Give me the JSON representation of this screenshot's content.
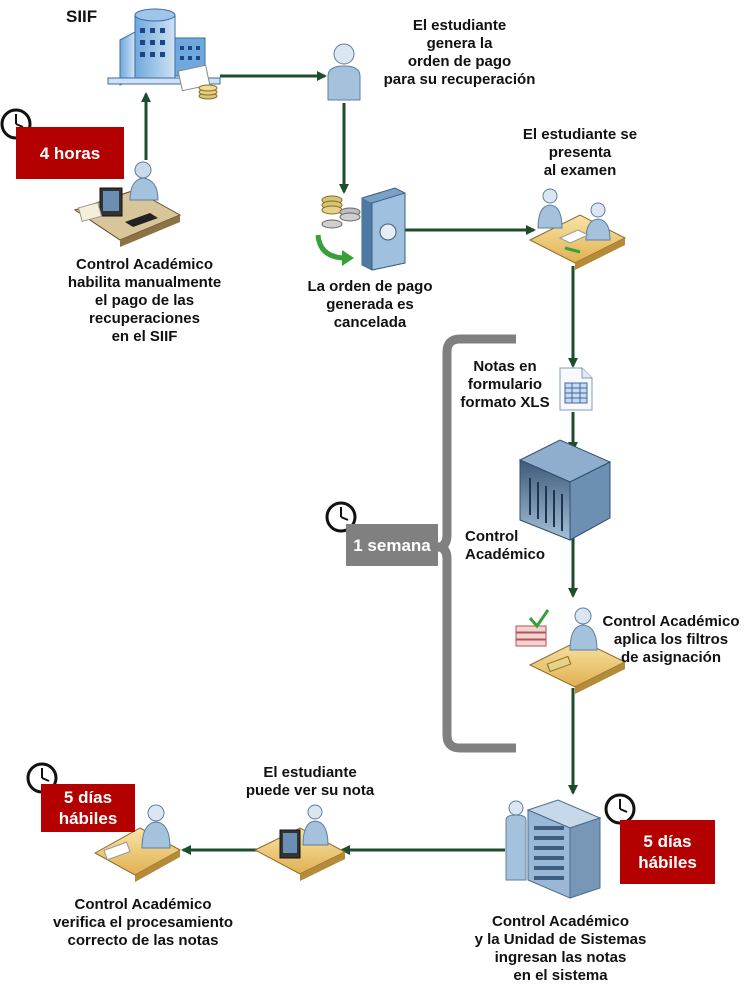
{
  "title": "SIIF",
  "steps": {
    "control_habilita": "Control Académico\nhabilita manualmente\nel pago de las\nrecuperaciones\nen el SIIF",
    "estudiante_genera": "El estudiante\ngenera la\norden de pago\npara su recuperación",
    "orden_cancelada": "La orden de pago\ngenerada es\ncancelada",
    "estudiante_examen": "El estudiante se\npresenta\nal examen",
    "notas_xls": "Notas en\nformulario\nformato XLS",
    "control_academico": "Control\nAcadémico",
    "aplica_filtros": "Control Académico\naplica los filtros\nde asignación",
    "ingresan_notas": "Control Académico\ny la Unidad de Sistemas\ningresan las notas\nen el sistema",
    "ver_nota": "El estudiante\npuede ver su nota",
    "verifica": "Control Académico\nverifica el procesamiento\ncorrecto de las notas"
  },
  "durations": {
    "horas": "4 horas",
    "semana": "1 semana",
    "dias_right": "5 días\nhábiles",
    "dias_left": "5 días\nhábiles"
  },
  "colors": {
    "arrow": "#1e4d2b",
    "badge_red": "#b30000",
    "badge_gray": "#808080",
    "bracket": "#808080"
  },
  "icons": [
    "building-server-icon",
    "person-icon",
    "coins-safe-icon",
    "desk-meeting-icon",
    "spreadsheet-icon",
    "data-center-icon",
    "person-desk-documents-icon",
    "server-rack-icon",
    "computer-desk-icon",
    "person-computer-desk-icon",
    "clock-icon"
  ]
}
